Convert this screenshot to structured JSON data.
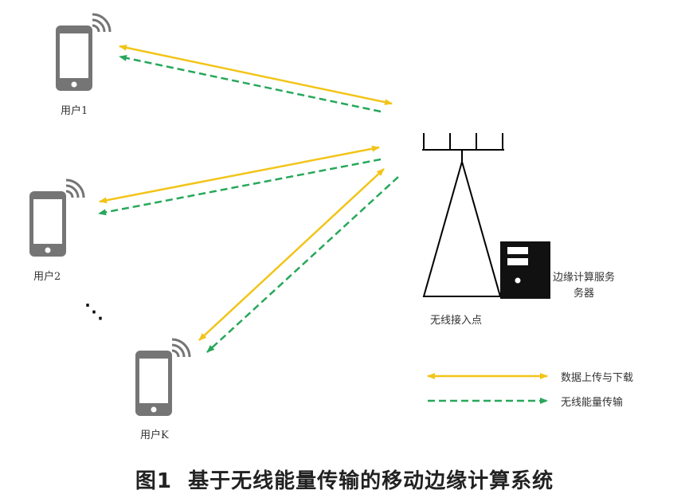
{
  "users": [
    {
      "label": "用户1"
    },
    {
      "label": "用户2"
    },
    {
      "label": "用户K"
    }
  ],
  "ellipsis": "⋱",
  "access_point": {
    "label": "无线接入点"
  },
  "server": {
    "label_line1": "边缘计算服务",
    "label_line2": "务器"
  },
  "legend": {
    "data_label": "数据上传与下载",
    "energy_label": "无线能量传输"
  },
  "caption": {
    "figure_no": "图1",
    "title": "基于无线能量传输的移动边缘计算系统"
  },
  "colors": {
    "data_arrow": "#f2c418",
    "energy_arrow": "#27a85a",
    "device": "#757575"
  }
}
